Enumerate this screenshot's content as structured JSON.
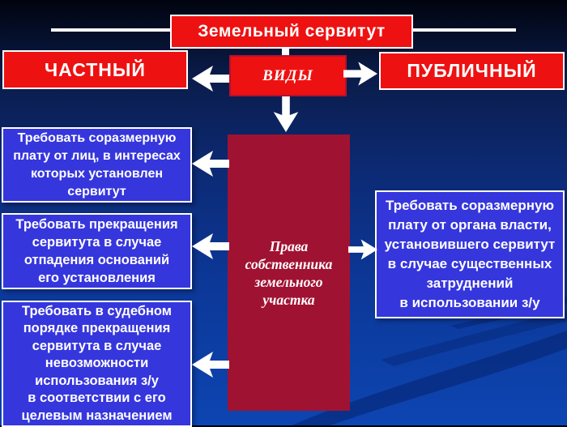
{
  "slide": {
    "title": "Земельный сервитут",
    "types": {
      "label": "ВИДЫ",
      "private": "ЧАСТНЫЙ",
      "public": "ПУБЛИЧНЫЙ"
    },
    "center_box": "Права\nсобственника\nземельного\nучастка",
    "owner_rights": [
      "Требовать соразмерную\nплату от лиц, в интересах\nкоторых установлен\nсервитут",
      "Требовать прекращения\nсервитута в случае\nотпадения оснований\nего установления",
      "Требовать в судебном\nпорядке прекращения\nсервитута в случае\nневозможности\nиспользования з/у\nв соответствии с его\nцелевым назначением"
    ],
    "public_right": "Требовать соразмерную\nплату от органа власти,\nустановившего сервитут\nв случае существенных\nзатруднений\nв использовании з/у",
    "colors": {
      "bright_red": "#ee1111",
      "dark_crimson": "#a01232",
      "blue_box": "#3636dd",
      "background_top": "#01040f",
      "background_bottom": "#0d45b2",
      "connector_white": "#ffffff"
    }
  }
}
